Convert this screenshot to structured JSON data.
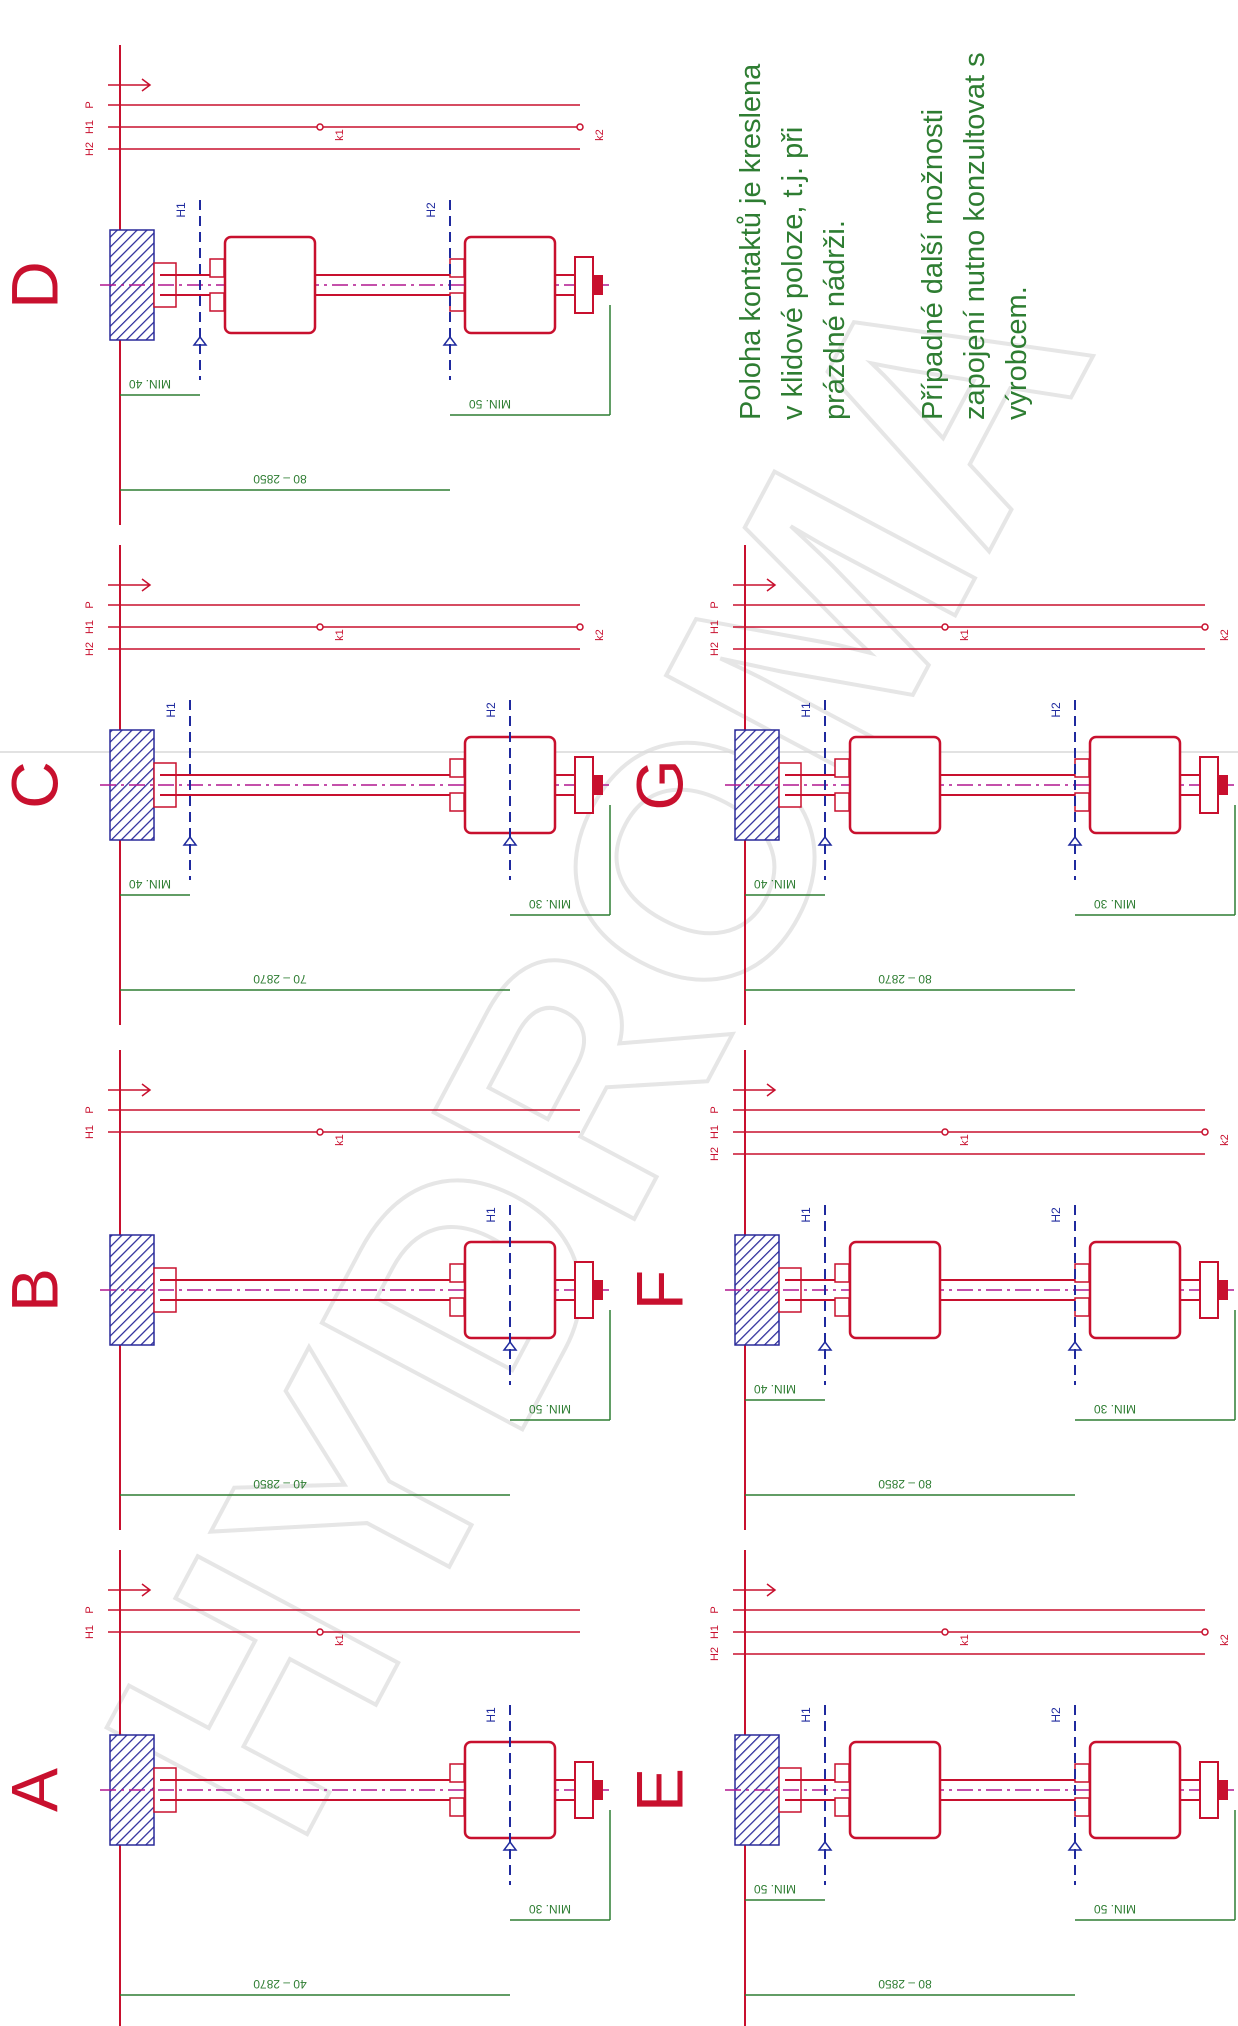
{
  "colors": {
    "red": "#c8102e",
    "blue": "#1f2a9e",
    "green": "#2e7d32",
    "magenta": "#b0178f",
    "hatch": "#2a2a9a",
    "watermark": "#e6e6e6"
  },
  "watermark": "HYDROMA",
  "note": {
    "para1": [
      "Poloha kontaktů je kreslena",
      "v klidové poloze, t.j. při",
      "prázdné nádrži."
    ],
    "para2": [
      "Případné další možnosti",
      "zapojení nutno konzultovat s",
      "výrobcem."
    ]
  },
  "variants": [
    {
      "id": "A",
      "letter": "A",
      "floats": 1,
      "length": "40 – 2870",
      "dim1": "MIN. 30",
      "dim2": "",
      "marks": [
        "H1"
      ],
      "terminals": [
        "P",
        "H1"
      ],
      "contacts": [
        "k1"
      ]
    },
    {
      "id": "B",
      "letter": "B",
      "floats": 1,
      "length": "40 – 2850",
      "dim1": "MIN. 50",
      "dim2": "",
      "marks": [
        "H1"
      ],
      "terminals": [
        "P",
        "H1"
      ],
      "contacts": [
        "k1"
      ]
    },
    {
      "id": "C",
      "letter": "C",
      "floats": 1,
      "length": "70 – 2870",
      "dim1": "MIN. 40",
      "dim2": "MIN. 30",
      "marks": [
        "H1",
        "H2"
      ],
      "terminals": [
        "P",
        "H1",
        "H2"
      ],
      "contacts": [
        "k1",
        "k2"
      ]
    },
    {
      "id": "D",
      "letter": "D",
      "floats": 2,
      "length": "80 – 2850",
      "dim1": "MIN. 40",
      "dim2": "MIN. 50",
      "marks": [
        "H1",
        "H2"
      ],
      "terminals": [
        "P",
        "H1",
        "H2"
      ],
      "contacts": [
        "k1",
        "k2"
      ]
    },
    {
      "id": "E",
      "letter": "E",
      "floats": 2,
      "length": "80 – 2850",
      "dim1": "MIN. 50",
      "dim2": "MIN. 50",
      "marks": [
        "H1",
        "H2"
      ],
      "terminals": [
        "P",
        "H1",
        "H2"
      ],
      "contacts": [
        "k1",
        "k2"
      ]
    },
    {
      "id": "F",
      "letter": "F",
      "floats": 2,
      "length": "80 – 2850",
      "dim1": "MIN. 40",
      "dim2": "MIN. 30",
      "marks": [
        "H1",
        "H2"
      ],
      "terminals": [
        "P",
        "H1",
        "H2"
      ],
      "contacts": [
        "k1",
        "k2"
      ]
    },
    {
      "id": "G",
      "letter": "G",
      "floats": 2,
      "length": "80 – 2870",
      "dim1": "MIN. 40",
      "dim2": "MIN. 30",
      "marks": [
        "H1",
        "H2"
      ],
      "terminals": [
        "P",
        "H1",
        "H2"
      ],
      "contacts": [
        "k1",
        "k2"
      ]
    }
  ]
}
